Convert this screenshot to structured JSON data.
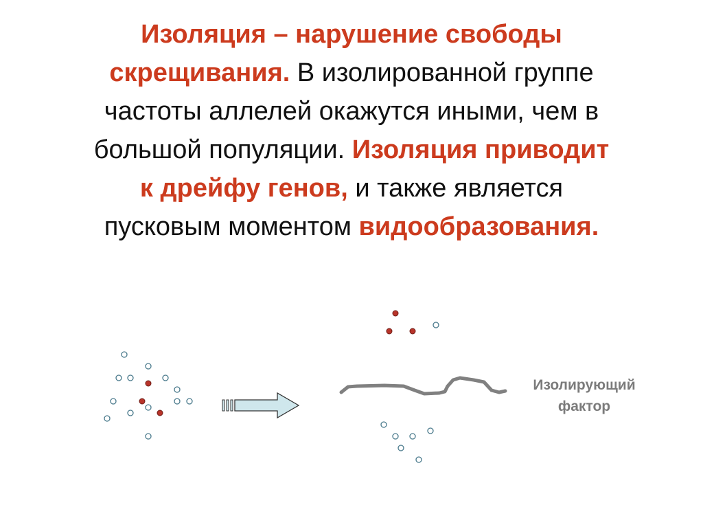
{
  "slide": {
    "lines": [
      [
        {
          "text": "Изоляция – нарушение свободы",
          "hl": true
        }
      ],
      [
        {
          "text": "скрещивания.",
          "hl": true
        },
        {
          "text": " В изолированной группе",
          "hl": false
        }
      ],
      [
        {
          "text": "частоты аллелей окажутся иными, чем в",
          "hl": false
        }
      ],
      [
        {
          "text": "большой популяции. ",
          "hl": false
        },
        {
          "text": "Изоляция приводит",
          "hl": true
        }
      ],
      [
        {
          "text": "к дрейфу генов,",
          "hl": true
        },
        {
          "text": " и также является",
          "hl": false
        }
      ],
      [
        {
          "text": "пусковым моментом ",
          "hl": false
        },
        {
          "text": "видообразования.",
          "hl": true
        }
      ]
    ]
  },
  "diagram": {
    "colors": {
      "highlight": "#cc3b1e",
      "allele_a": "#b8342a",
      "allele_b": "#ffffff",
      "barrier": "#808080",
      "arrow_fill": "#cfe7ec"
    },
    "barrier_label": [
      "Изолирующий",
      "фактор"
    ]
  }
}
